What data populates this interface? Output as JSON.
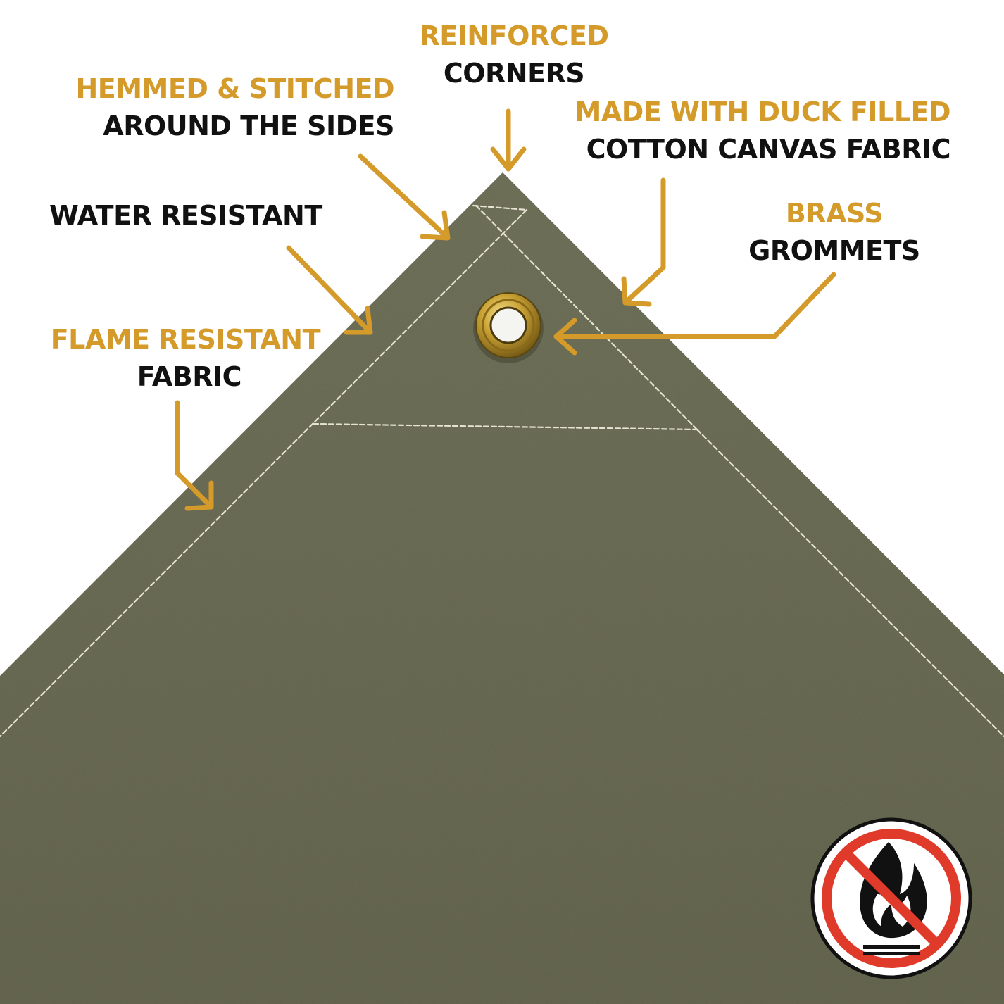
{
  "colors": {
    "accent": "#d49a2a",
    "text": "#111111",
    "canvas": "#6b6d55",
    "stitch": "#e6e3d3",
    "brass": "#c9a234",
    "prohibition": "#e03a2b"
  },
  "callouts": {
    "reinforced": {
      "highlight": "REINFORCED",
      "text": "CORNERS"
    },
    "hemmed": {
      "highlight": "HEMMED & STITCHED",
      "text": "AROUND THE SIDES"
    },
    "duck": {
      "highlight": "MADE WITH DUCK FILLED",
      "text": "COTTON CANVAS FABRIC"
    },
    "water": {
      "text": "WATER RESISTANT"
    },
    "brass": {
      "highlight": "BRASS",
      "text": "GROMMETS"
    },
    "flame": {
      "highlight": "FLAME RESISTANT",
      "text": "FABRIC"
    }
  },
  "icons": {
    "no_flame": "no-open-flame-icon",
    "grommet": "brass-grommet"
  }
}
